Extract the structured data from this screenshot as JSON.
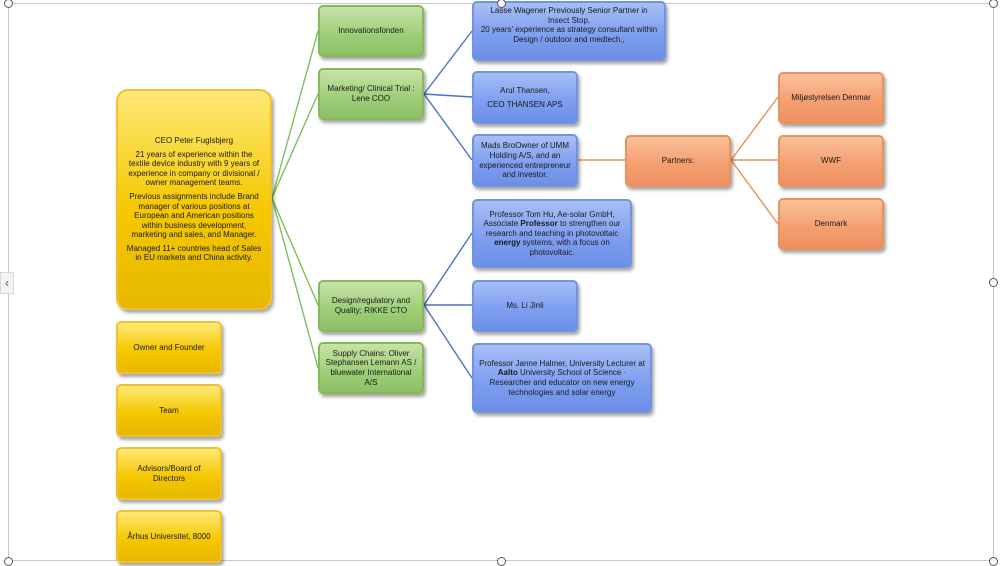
{
  "diagram": {
    "ceo": {
      "title": "CEO Peter Fuglsbjerg",
      "p1": "21 years of experience within the textile device industry with 9 years of experience in company or divisional / owner management teams.",
      "p2": "Previous assignments include Brand manager  of various positions at European and American positions within business development, marketing and sales, and Manager.",
      "p3": "Managed 11+ countries head of Sales in EU  markets and China activity."
    },
    "yellow_boxes": [
      "Owner and Founder",
      "Team",
      "Advisors/Board of Directors",
      "Århus Universitet, 8000"
    ],
    "green_boxes": [
      "Innovationsfonden",
      "Marketing/ Clinical Trial : Lene COO",
      "Design/regulatory and Quality; RIKKE CTO",
      "Supply Chains: Oliver Stephansen Lemann AS / bluewater International A/S"
    ],
    "blue_boxes": {
      "lasse": {
        "line1": "Lasse Wagener Previously Senior Partner in Insect Stop.",
        "line2": "20 years' experience as strategy consultant within Design / outdoor and medtech.,"
      },
      "arul": {
        "line1": "Arul Thansen,",
        "line2": "CEO THANSEN APS"
      },
      "mads": "Mads BroOwner of UMM Holding A/S, and an experienced entrepreneur and investor.",
      "tomhu": {
        "pre": "Professor Tom Hu, Ae-solar GmbH, Associate ",
        "bold1": "Professor",
        "mid": " to strengthen our research and teaching in photovoltaic ",
        "bold2": "energy",
        "post": " systems, with a focus on photovoltaic."
      },
      "li": "Ms. Li Jinli",
      "janne": {
        "pre": "Professor Janne Halmer, University Lecturer at ",
        "bold": "Aalto",
        "post": " University School of Science · Researcher and educator on new energy technologies and solar energy"
      }
    },
    "orange_boxes": [
      "Partners:",
      "Miljøstyrelsen Denmar",
      "WWF",
      "Denmark"
    ]
  },
  "colors": {
    "green_line": "#7fbf5a",
    "blue_line": "#4a72c9",
    "orange_line": "#ef8f52"
  },
  "ui": {
    "scroll_left_icon": "‹"
  }
}
